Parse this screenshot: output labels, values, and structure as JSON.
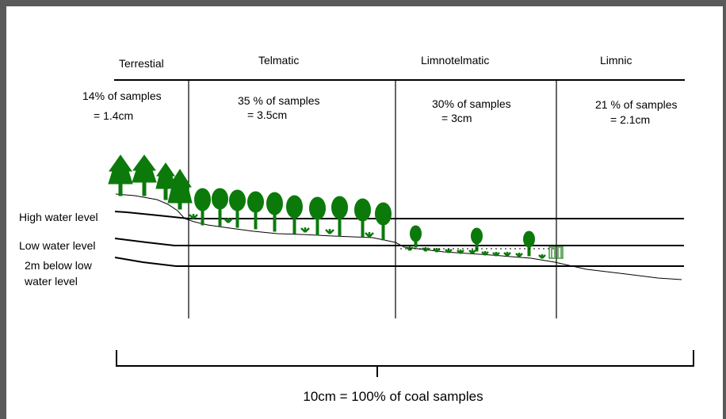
{
  "zones": [
    {
      "name": "Terrestial",
      "samples": "14% of samples",
      "thickness": "= 1.4cm"
    },
    {
      "name": "Telmatic",
      "samples": "35 % of samples",
      "thickness": "= 3.5cm"
    },
    {
      "name": "Limnotelmatic",
      "samples": "30% of samples",
      "thickness": "= 3cm"
    },
    {
      "name": "Limnic",
      "samples": "21 % of samples",
      "thickness": "= 2.1cm"
    }
  ],
  "water_levels": {
    "high": "High water level",
    "low": "Low water level",
    "below_line1": "2m below low",
    "below_line2": "water level"
  },
  "scale": "10cm = 100% of coal samples",
  "colors": {
    "vegetation": "#0b7a0b",
    "ink": "#000000",
    "frame": "#5a5a5a"
  }
}
